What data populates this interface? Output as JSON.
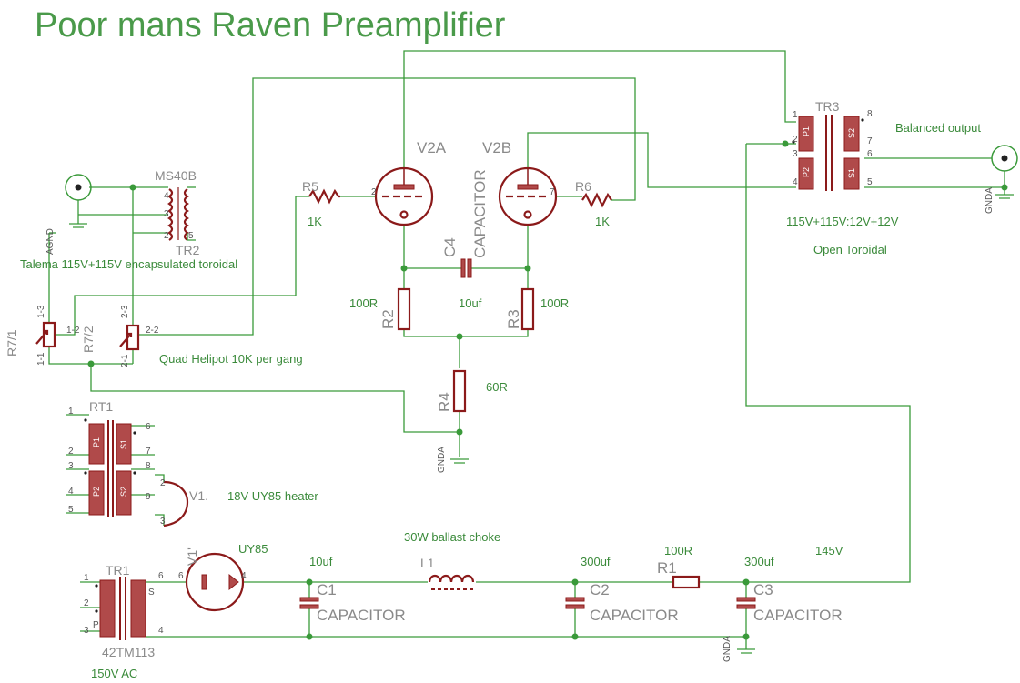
{
  "title": "Poor mans Raven Preamplifier",
  "parts": {
    "ms40b": "MS40B",
    "agnd": "AGND",
    "tr2": "TR2",
    "r5": "R5",
    "r5_value": "1K",
    "v2a": "V2A",
    "v2b": "V2B",
    "capacitor_word": "CAPACITOR",
    "c4": "C4",
    "c4_value": "10uf",
    "r6": "R6",
    "r6_value": "1K",
    "tr3": "TR3",
    "r2": "R2",
    "r2_value": "100R",
    "r3": "R3",
    "r3_value": "100R",
    "r4": "R4",
    "r4_value": "60R",
    "r71": "R7/1",
    "r72": "R7/2",
    "gnda": "GNDA",
    "rt1": "RT1",
    "v1": "V1.",
    "v1p": "V1'",
    "tr1": "TR1",
    "tr1_type": "42TM113",
    "uy85": "UY85",
    "c1": "C1",
    "c1_value": "10uf",
    "l1": "L1",
    "c2": "C2",
    "c2_value": "300uf",
    "r1": "R1",
    "r1_value": "100R",
    "c3": "C3",
    "c3_value": "300uf"
  },
  "pins": {
    "p1": "1",
    "p2": "2",
    "p3": "3",
    "p4": "4",
    "p5": "5",
    "p6": "6",
    "p7": "7",
    "p8": "8",
    "p9": "9",
    "p12": "1-2",
    "p13": "1-3",
    "p11": "1-1",
    "p22": "2-2",
    "p23": "2-3",
    "p21": "2-1",
    "P1": "P1",
    "P2": "P2",
    "S1": "S1",
    "S2": "S2",
    "P": "P",
    "S": "S"
  },
  "notes": {
    "talema": "Talema 115V+115V encapsulated toroidal",
    "helipot": "Quad Helipot 10K per gang",
    "balanced": "Balanced output",
    "tr3_rating": "115V+115V:12V+12V",
    "open_toroidal": "Open Toroidal",
    "heater": "18V UY85 heater",
    "choke": "30W ballast choke",
    "b_plus": "145V",
    "ac_in": "150V AC"
  }
}
